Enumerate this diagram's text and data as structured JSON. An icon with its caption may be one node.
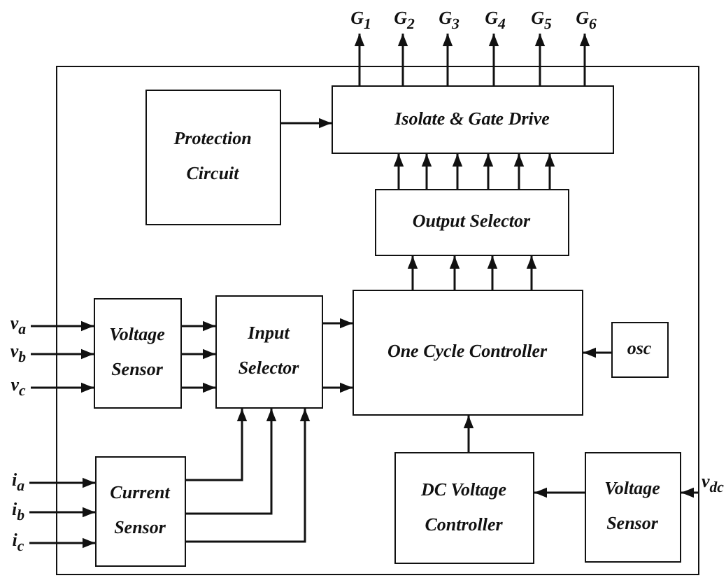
{
  "diagram": {
    "nodes": [
      {
        "text": [
          "G$_{1}$"
        ]
      },
      {
        "text": [
          "G$_{2}$"
        ]
      },
      {
        "text": [
          "G$_{3}$"
        ]
      },
      {
        "text": [
          "G$_{4}$"
        ]
      },
      {
        "text": [
          "G$_{5}$"
        ]
      },
      {
        "text": [
          "G$_{6}$"
        ]
      },
      {
        "text": [],
        "shape": "box"
      },
      {
        "text": [
          "Protection Circuit"
        ],
        "in": 6
      },
      {
        "text": [
          "Isolate & Gate Drive"
        ],
        "in": 6
      },
      {
        "text": [
          "Output Selector"
        ],
        "in": 6
      },
      {
        "text": [
          "v$_{a}$"
        ]
      },
      {
        "text": [
          "v$_{b}$"
        ]
      },
      {
        "text": [
          "v$_{c}$"
        ]
      },
      {
        "text": [
          "Voltage Sensor"
        ],
        "in": 6
      },
      {
        "text": [
          "Input Selector"
        ],
        "in": 6
      },
      {
        "text": [
          "One Cycle Controller"
        ],
        "in": 6
      },
      {
        "text": [
          "osc"
        ],
        "in": 6
      },
      {
        "text": [
          "i$_{a}$"
        ]
      },
      {
        "text": [
          "i$_{b}$"
        ]
      },
      {
        "text": [
          "i$_{c}$"
        ]
      },
      {
        "text": [
          "Current Sensor"
        ],
        "in": 6
      },
      {
        "text": [
          "DC Voltage Controller"
        ],
        "in": 6
      },
      {
        "text": [
          "Voltage Sensor"
        ],
        "in": 6
      },
      {
        "text": [
          "v$_{dc}$"
        ]
      }
    ],
    "edges": [
      {
        "from": 8,
        "to": 0,
        "arrow": "to"
      },
      {
        "from": 8,
        "to": 1,
        "arrow": "to"
      },
      {
        "from": 8,
        "to": 2,
        "arrow": "to"
      },
      {
        "from": 8,
        "to": 3,
        "arrow": "to"
      },
      {
        "from": 8,
        "to": 4,
        "arrow": "to"
      },
      {
        "from": 8,
        "to": 5,
        "arrow": "to"
      },
      {
        "from": 7,
        "to": 8,
        "arrow": "to"
      },
      {
        "from": 9,
        "to": 8,
        "arrow": "to"
      },
      {
        "from": 9,
        "to": 8,
        "arrow": "to"
      },
      {
        "from": 9,
        "to": 8,
        "arrow": "to"
      },
      {
        "from": 9,
        "to": 8,
        "arrow": "to"
      },
      {
        "from": 9,
        "to": 8,
        "arrow": "to"
      },
      {
        "from": 9,
        "to": 8,
        "arrow": "to"
      },
      {
        "from": 15,
        "to": 9,
        "arrow": "to"
      },
      {
        "from": 15,
        "to": 9,
        "arrow": "to"
      },
      {
        "from": 15,
        "to": 9,
        "arrow": "to"
      },
      {
        "from": 15,
        "to": 9,
        "arrow": "to"
      },
      {
        "from": 10,
        "to": 13,
        "arrow": "to"
      },
      {
        "from": 11,
        "to": 13,
        "arrow": "to"
      },
      {
        "from": 12,
        "to": 13,
        "arrow": "to"
      },
      {
        "from": 13,
        "to": 14,
        "arrow": "to"
      },
      {
        "from": 13,
        "to": 14,
        "arrow": "to"
      },
      {
        "from": 13,
        "to": 14,
        "arrow": "to"
      },
      {
        "from": 14,
        "to": 15,
        "arrow": "to"
      },
      {
        "from": 14,
        "to": 15,
        "arrow": "to"
      },
      {
        "from": 16,
        "to": 15,
        "arrow": "to"
      },
      {
        "from": 17,
        "to": 20,
        "arrow": "to"
      },
      {
        "from": 18,
        "to": 20,
        "arrow": "to"
      },
      {
        "from": 19,
        "to": 20,
        "arrow": "to"
      },
      {
        "from": 20,
        "to": 14,
        "arrow": "to"
      },
      {
        "from": 20,
        "to": 14,
        "arrow": "to"
      },
      {
        "from": 20,
        "to": 14,
        "arrow": "to"
      },
      {
        "from": 21,
        "to": 15,
        "arrow": "to"
      },
      {
        "from": 22,
        "to": 21,
        "arrow": "to"
      },
      {
        "from": 23,
        "to": 22,
        "arrow": "to"
      }
    ]
  }
}
